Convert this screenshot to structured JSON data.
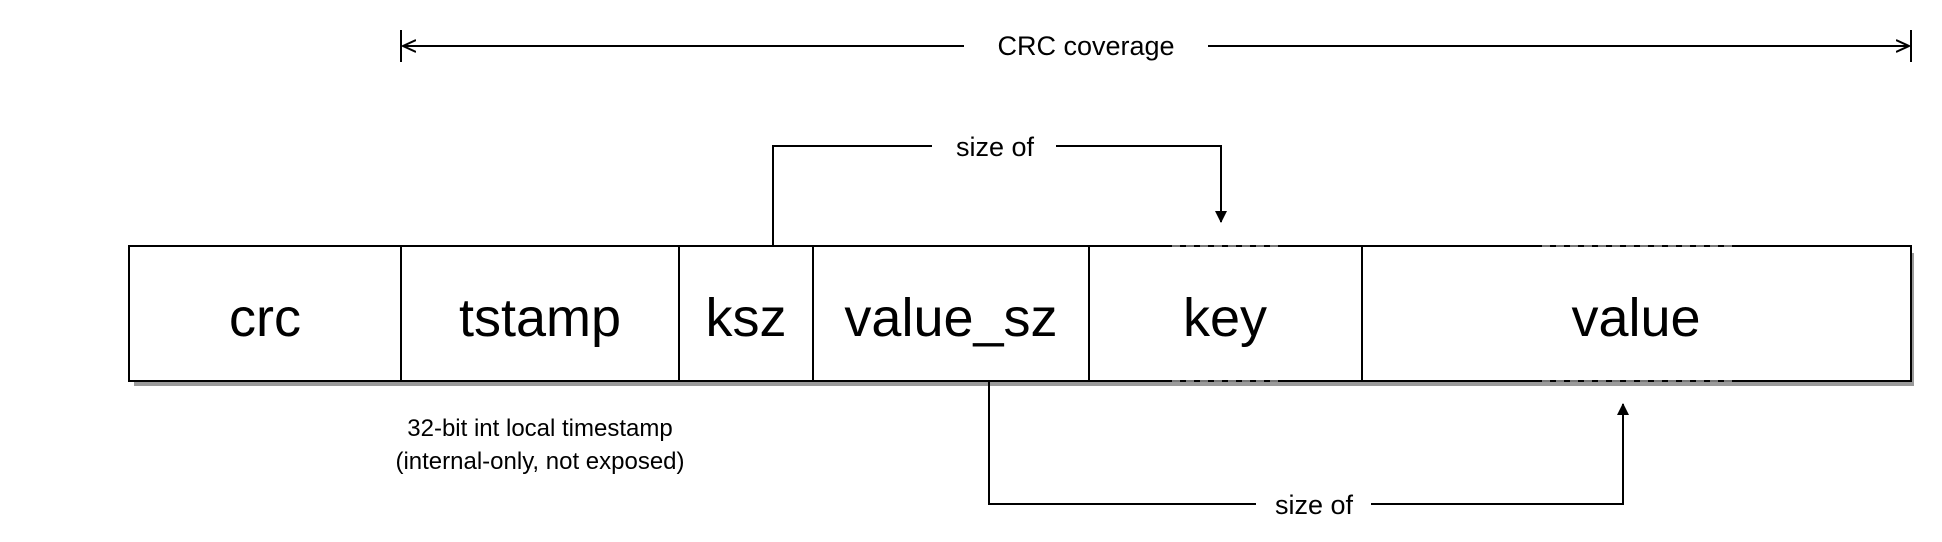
{
  "coverage": {
    "label": "CRC coverage"
  },
  "fields": [
    {
      "id": "crc",
      "label": "crc"
    },
    {
      "id": "tstamp",
      "label": "tstamp"
    },
    {
      "id": "ksz",
      "label": "ksz"
    },
    {
      "id": "value-sz",
      "label": "value_sz"
    },
    {
      "id": "key",
      "label": "key"
    },
    {
      "id": "value",
      "label": "value"
    }
  ],
  "relations": {
    "ksz_to_key": "size of",
    "value_sz_to_value": "size of"
  },
  "tstamp_note": {
    "line1": "32-bit int local timestamp",
    "line2": "(internal-only, not exposed)"
  }
}
